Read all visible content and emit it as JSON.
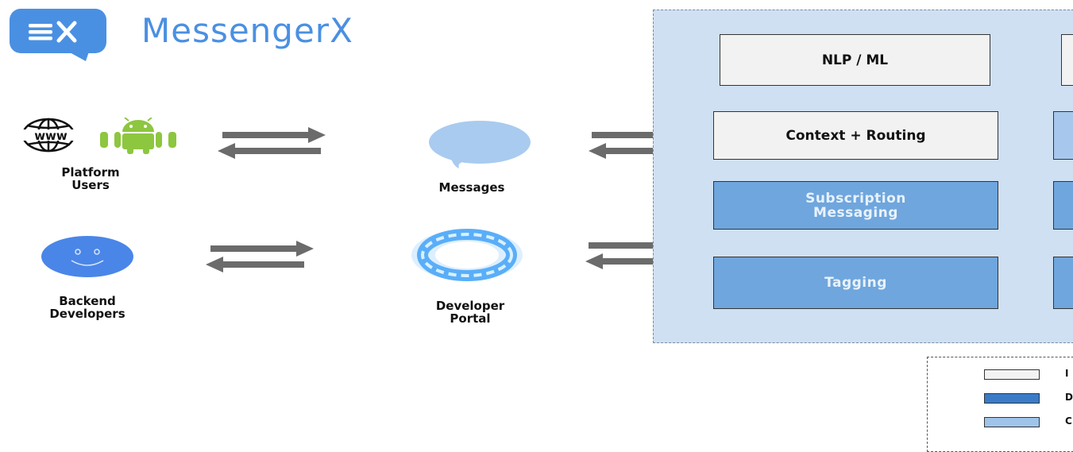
{
  "logo": {
    "name": "MessengerX",
    "icon_text": "≡x"
  },
  "actors": {
    "platform_users": {
      "label_line1": "Platform",
      "label_line2": "Users",
      "icons": [
        "globe-www-icon",
        "android-icon"
      ]
    },
    "backend_developers": {
      "label_line1": "Backend",
      "label_line2": "Developers",
      "icon": "smiley-face-icon"
    }
  },
  "channels": {
    "messages": {
      "label": "Messages",
      "icon": "speech-bubble-icon"
    },
    "developer_portal": {
      "label_line1": "Developer",
      "label_line2": "Portal",
      "icon": "portal-ring-icon"
    }
  },
  "services": {
    "nlp_ml": "NLP / ML",
    "context_routing": "Context + Routing",
    "subscription_line1": "Subscription",
    "subscription_line2": "Messaging",
    "tagging": "Tagging"
  },
  "legend": {
    "items": [
      {
        "text": "I",
        "color": "#f2f2f2"
      },
      {
        "text": "D",
        "color": "#3a7bc8"
      },
      {
        "text": "C",
        "color": "#9fc4ea"
      }
    ]
  },
  "colors": {
    "brand": "#4a90e2",
    "panel_bg": "#cfe0f2",
    "box_light": "#f2f2f2",
    "box_blue": "#6fa6dd",
    "arrow": "#6b6b6b",
    "android": "#8dc63f"
  }
}
